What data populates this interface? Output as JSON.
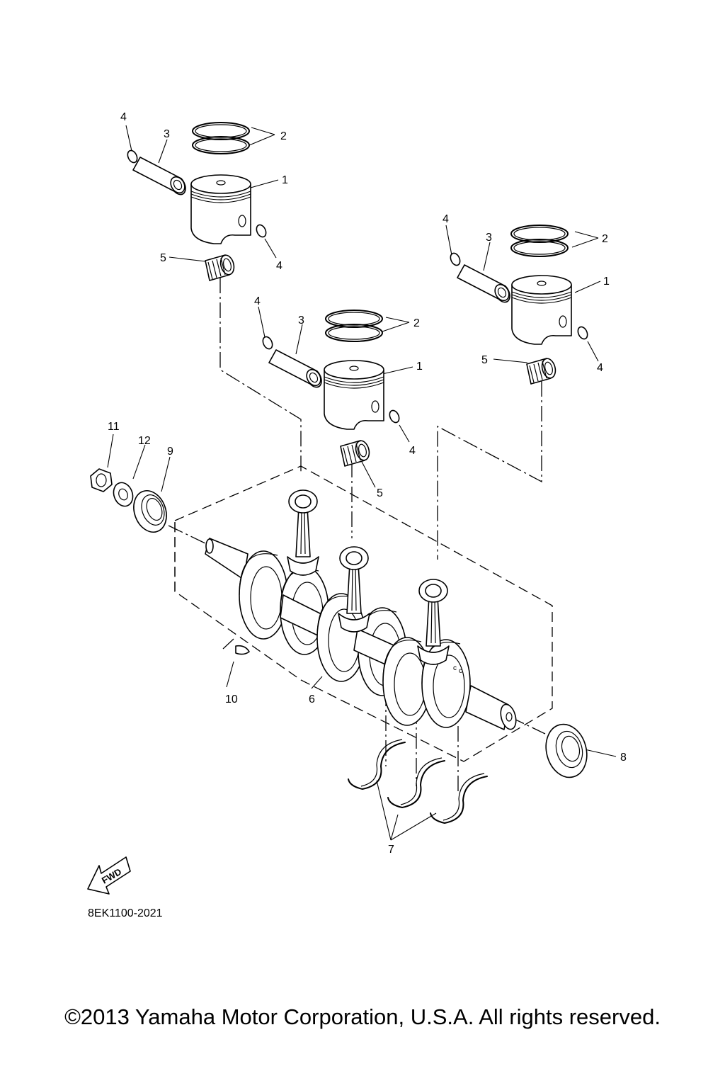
{
  "diagram": {
    "part_numbers": {
      "piston": "1",
      "piston_ring_set": "2",
      "piston_pin": "3",
      "piston_pin_clip": "4",
      "bearing": "5",
      "crankshaft_assy": "6",
      "bearing_half": "7",
      "oil_seal_right": "8",
      "oil_seal_left": "9",
      "woodruff_key": "10",
      "nut": "11",
      "washer": "12"
    },
    "fwd_label": "FWD",
    "diagram_code": "8EK1100-2021"
  },
  "footer": {
    "copyright": "©2013 Yamaha Motor Corporation, U.S.A. All rights reserved."
  }
}
